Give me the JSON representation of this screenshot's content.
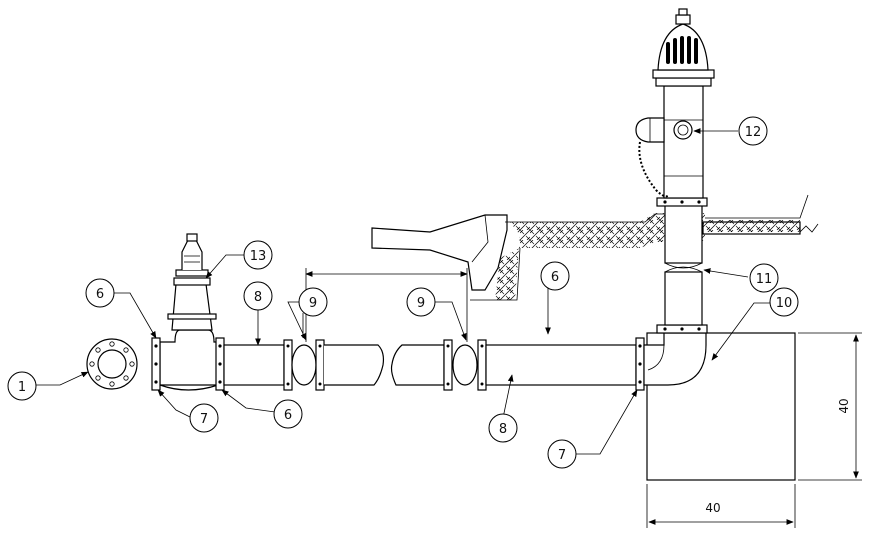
{
  "callouts": {
    "c1": "1",
    "c6a": "6",
    "c6b": "6",
    "c6c": "6",
    "c7a": "7",
    "c7b": "7",
    "c8a": "8",
    "c8b": "8",
    "c9a": "9",
    "c9b": "9",
    "c10": "10",
    "c11": "11",
    "c12": "12",
    "c13": "13"
  },
  "dimensions": {
    "width": "40",
    "height": "40"
  },
  "colors": {
    "line": "#000000",
    "background": "#ffffff"
  }
}
